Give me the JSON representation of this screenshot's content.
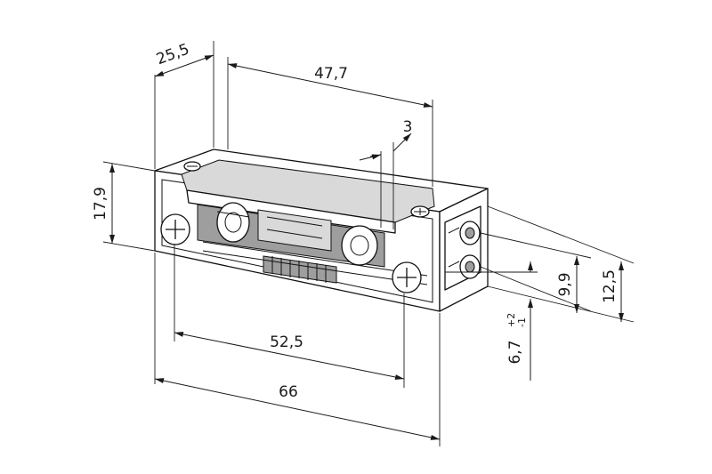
{
  "dimensions": {
    "width_top": "25,5",
    "length_top": "47,7",
    "slot": "3",
    "height_left": "17,9",
    "length_mid": "52,5",
    "length_total": "66",
    "offset_tolerance_base": "6,7",
    "offset_tolerance_upper": "+2",
    "offset_tolerance_lower": "-1",
    "terminal_spacing": "9,9",
    "terminal_height": "12,5"
  },
  "colors": {
    "line": "#111111",
    "shade": "#d9d9d9",
    "shade_dark": "#9e9e9e"
  },
  "icons": [
    "phillips-screw-icon",
    "terminal-screw-icon",
    "spring-icon",
    "roller-icon"
  ]
}
